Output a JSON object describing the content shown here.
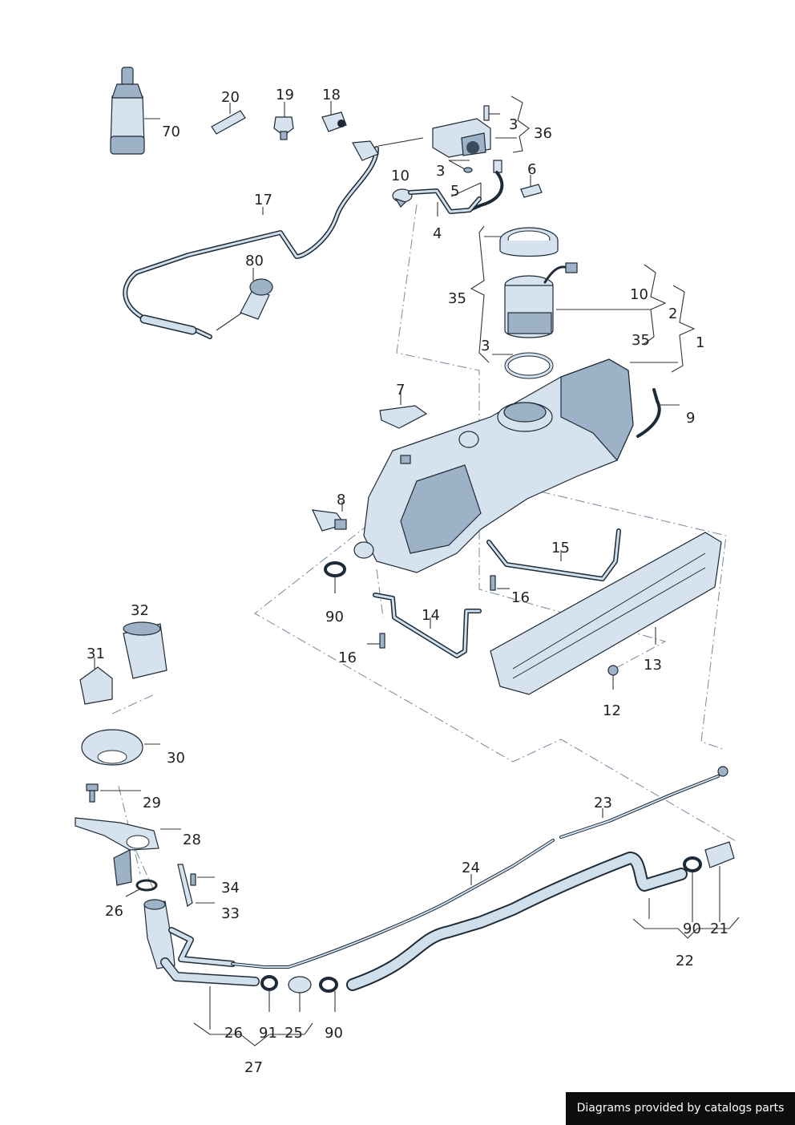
{
  "labels": {
    "l70": "70",
    "l20": "20",
    "l19": "19",
    "l18": "18",
    "l3a": "3",
    "l36": "36",
    "l3b": "3",
    "l6": "6",
    "l10a": "10",
    "l17": "17",
    "l5": "5",
    "l4": "4",
    "l80": "80",
    "l35a": "35",
    "l10b": "10",
    "l2": "2",
    "l35b": "35",
    "l1": "1",
    "l3c": "3",
    "l7": "7",
    "l9": "9",
    "l8": "8",
    "l15": "15",
    "l90a": "90",
    "l16a": "16",
    "l14": "14",
    "l16b": "16",
    "l13": "13",
    "l12": "12",
    "l32": "32",
    "l31": "31",
    "l30": "30",
    "l29": "29",
    "l28": "28",
    "l23": "23",
    "l24": "24",
    "l34": "34",
    "l26a": "26",
    "l33": "33",
    "l90b": "90",
    "l21": "21",
    "l22": "22",
    "l26b": "26",
    "l91": "91",
    "l25": "25",
    "l90c": "90",
    "l27": "27"
  },
  "footer": {
    "credit": "Diagrams provided by catalogs parts"
  }
}
